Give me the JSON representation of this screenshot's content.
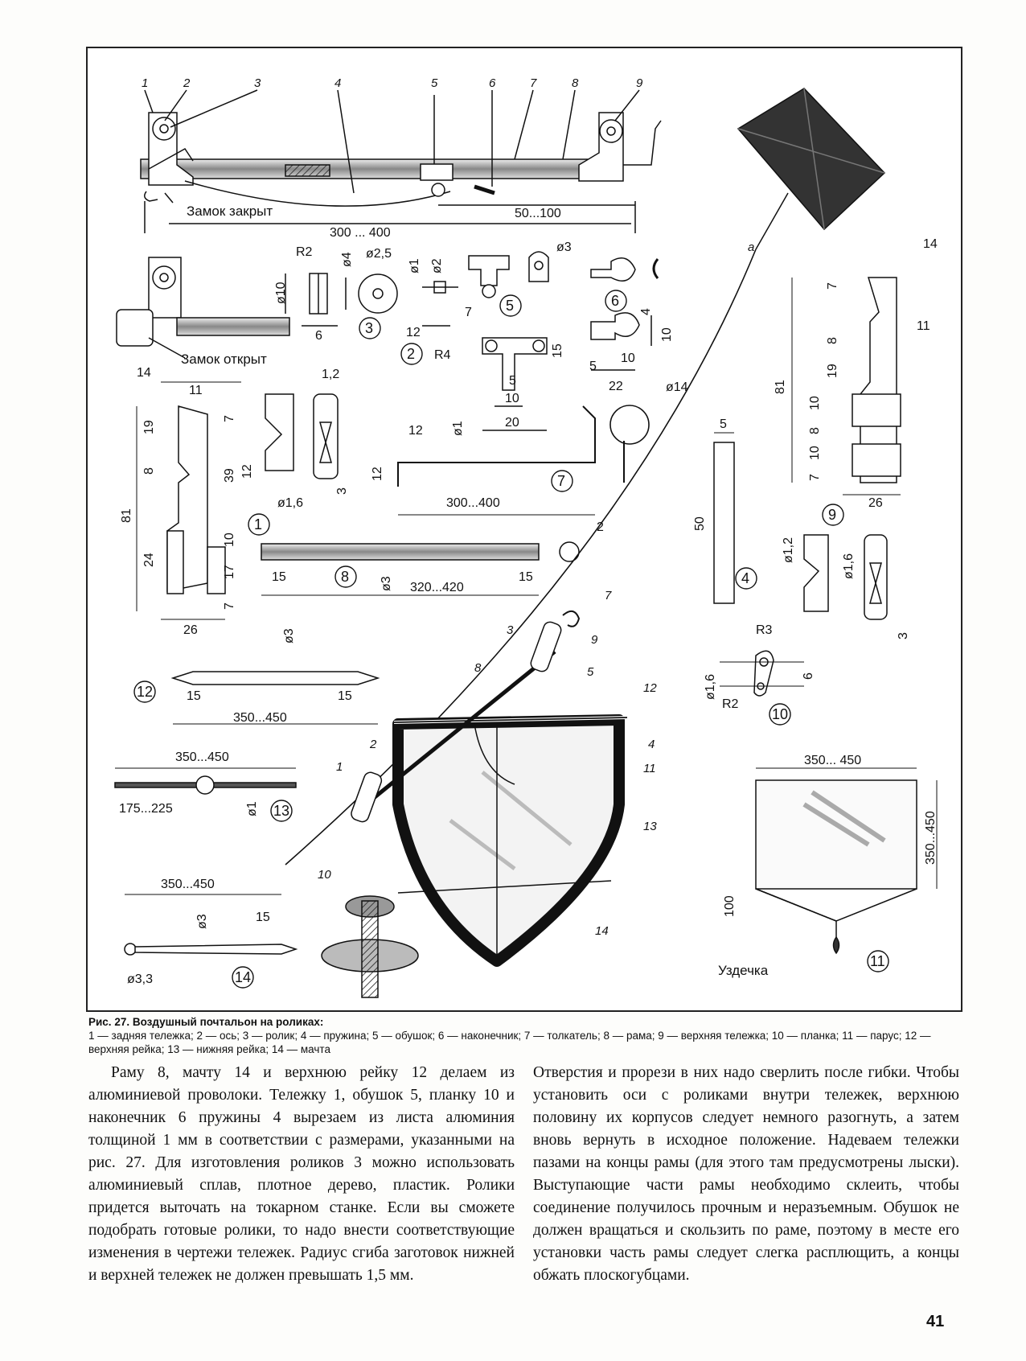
{
  "figure": {
    "labels": {
      "lock_closed": "Замок закрыт",
      "lock_open": "Замок открыт",
      "bridle": "Уздечка",
      "kite_point_a": "a"
    },
    "assembly_callouts": [
      "1",
      "2",
      "3",
      "4",
      "5",
      "6",
      "7",
      "8",
      "9"
    ],
    "main_dims": {
      "d_50_100": "50...100",
      "d_300_400": "300 ... 400"
    },
    "part_numbers": [
      "1",
      "2",
      "3",
      "4",
      "5",
      "6",
      "7",
      "8",
      "9",
      "10",
      "11",
      "12",
      "13",
      "14"
    ],
    "dims": {
      "roller_r2": "R2",
      "roller_d4": "ø4",
      "roller_d10": "ø10",
      "roller_6": "6",
      "roller_d25": "ø2,5",
      "axle_d1": "ø1",
      "axle_d2": "ø2",
      "axle_7": "7",
      "axle_12": "12",
      "lug_d3": "ø3",
      "lug_r4": "R4",
      "lug_15": "15",
      "lug_5": "5",
      "lug_10": "10",
      "lug_20": "20",
      "tip_4": "4",
      "tip_10a": "10",
      "tip_10b": "10",
      "tip_5": "5",
      "tip_22": "22",
      "spring_d14": "ø14",
      "spring_5": "5",
      "spring_50": "50",
      "trolley1_14": "14",
      "trolley1_11": "11",
      "trolley1_7a": "7",
      "trolley1_19": "19",
      "trolley1_8": "8",
      "trolley1_39": "39",
      "trolley1_81": "81",
      "trolley1_24": "24",
      "trolley1_10": "10",
      "trolley1_17": "17",
      "trolley1_7b": "7",
      "trolley1_26": "26",
      "t1det_12": "1,2",
      "t1det_12b": "12",
      "t1det_3": "3",
      "t1det_d16": "ø1,6",
      "pusher_12a": "12",
      "pusher_d1": "ø1",
      "pusher_12b": "12",
      "pusher_300_400": "300...400",
      "frame_2": "2",
      "frame_15a": "15",
      "frame_d3": "ø3",
      "frame_15b": "15",
      "frame_320_420": "320...420",
      "top_14": "14",
      "top_7": "7",
      "top_11": "11",
      "top_8": "8",
      "top_19": "19",
      "top_81": "81",
      "top_10a": "10",
      "top_8b": "8",
      "top_10b": "10",
      "top_7b": "7",
      "top_26": "26",
      "topdet_d12": "ø1,2",
      "topdet_d16": "ø1,6",
      "topdet_3": "3",
      "plate_r3": "R3",
      "plate_6": "6",
      "plate_d16": "ø1,6",
      "plate_r2": "R2",
      "rail12_d3": "ø3",
      "rail12_15a": "15",
      "rail12_15b": "15",
      "rail12_len": "350...450",
      "rail13_len": "350...450",
      "rail13_half": "175...225",
      "rail13_d1": "ø1",
      "mast_len": "350...450",
      "mast_d3": "ø3",
      "mast_15": "15",
      "mast_d33": "ø3,3",
      "sail_width": "350... 450",
      "sail_height": "350...450",
      "sail_100": "100"
    },
    "assembly_lower_callouts": [
      "1",
      "2",
      "3",
      "4",
      "5",
      "7",
      "8",
      "9",
      "10",
      "11",
      "12",
      "13",
      "14"
    ]
  },
  "caption": {
    "title": "Рис. 27. Воздушный почтальон на роликах:",
    "legend": "1 — задняя тележка; 2 — ось; 3 — ролик; 4 — пружина; 5 — обушок; 6 — наконечник; 7 — толкатель; 8 — рама; 9 — верхняя тележка; 10 — планка; 11 — парус; 12 — верхняя рейка; 13 — нижняя рейка; 14 — мачта"
  },
  "text": {
    "left": "Раму 8, мачту 14 и верхнюю рейку 12 делаем из алюминиевой проволоки. Тележку 1, обушок 5, планку 10 и наконечник 6 пружины 4 вырезаем из листа алюминия толщиной 1 мм в соответствии с размерами, указанными на рис. 27. Для изготовления роликов 3 можно использовать алюминиевый сплав, плотное дерево, пластик. Ролики придется выточать на токарном станке. Если вы сможете подобрать готовые ролики, то надо внести соответствующие изменения в чертежи тележек. Радиус сгиба заготовок нижней и верхней тележек не должен превышать 1,5 мм.",
    "right": "Отверстия и прорези в них надо сверлить после гибки. Чтобы установить оси с роликами внутри тележек, верхнюю половину их корпусов следует немного разогнуть, а затем вновь вернуть в исходное положение. Надеваем тележки пазами на концы рамы (для этого там предусмотрены лыски). Выступающие части рамы необходимо склеить, чтобы соединение получилось прочным и неразъемным. Обушок не должен вращаться и скользить по раме, поэтому в месте его установки часть рамы следует слегка расплющить, а концы обжать плоскогубцами."
  },
  "page_number": "41"
}
